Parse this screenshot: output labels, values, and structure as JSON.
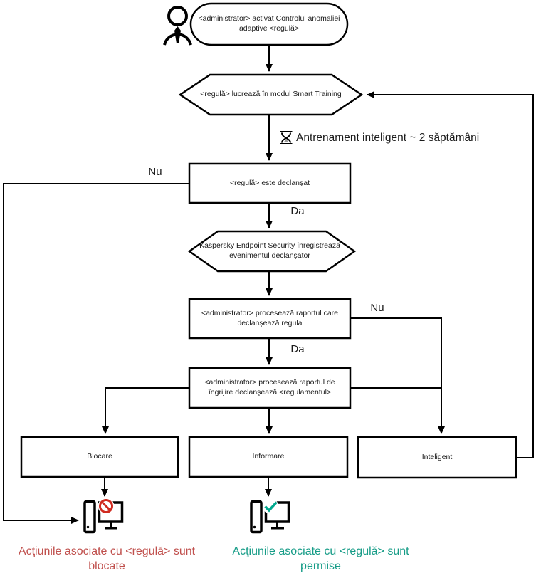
{
  "nodes": {
    "start": "<administrator> activat Controlul anomaliei adaptive <regulă>",
    "smart_training": "<regulă> lucrează în modul Smart Training",
    "training_note": "Antrenament inteligent ~ 2 săptămâni",
    "rule_triggered": "<regulă> este declanşat",
    "kes_registers": "Kaspersky Endpoint Security înregistrează evenimentul declanşator",
    "admin_report": "<administrator> procesează raportul care declanşează regula",
    "admin_care_report": "<administrator> procesează raportul de îngrijire declanşează <regulamentul>",
    "block": "Blocare",
    "inform": "Informare",
    "smart": "Inteligent"
  },
  "edge_labels": {
    "no_left": "Nu",
    "yes_first": "Da",
    "no_right": "Nu",
    "yes_second": "Da"
  },
  "captions": {
    "blocked": "Acţiunile asociate cu <regulă> sunt blocate",
    "allowed": "Acţiunile asociate cu <regulă> sunt permise"
  },
  "icons": {
    "actor": "user-outline-icon",
    "wait": "hourglass-icon",
    "blocked": "computer-prohibited-icon",
    "allowed": "computer-check-icon"
  },
  "colors": {
    "line": "#000000",
    "node-fill": "#ffffff",
    "blocked-text": "#c0504d",
    "allowed-text": "#169c87",
    "blocked-badge": "#d02b20",
    "allowed-badge": "#00a88e"
  }
}
